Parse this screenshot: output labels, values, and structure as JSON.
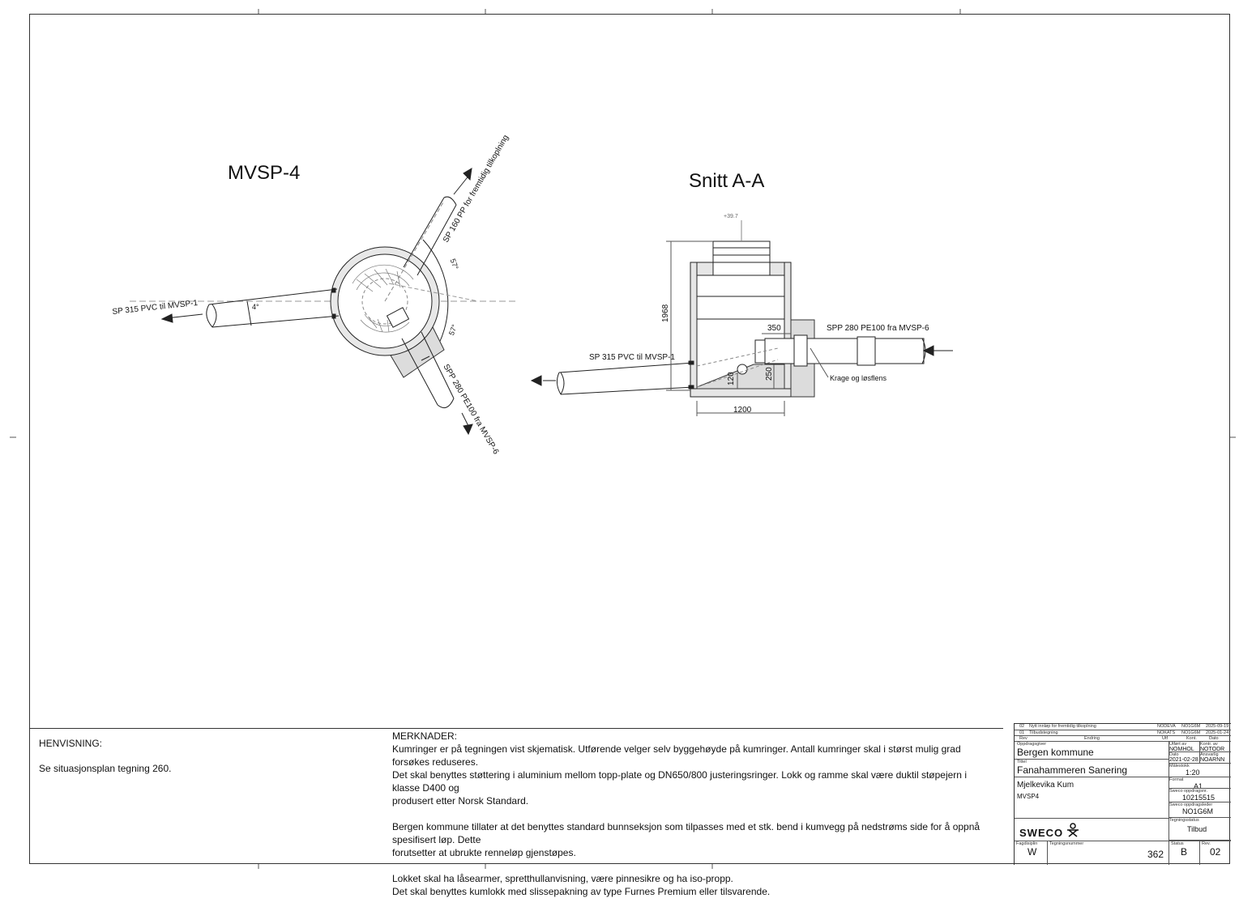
{
  "views": {
    "plan_title": "MVSP-4",
    "section_title": "Snitt A-A"
  },
  "plan": {
    "label_outlet": "SP 315 PVC til MVSP-1",
    "label_future": "SP 160 PP for fremtidig tilkoplning",
    "label_inlet": "SPP 280 PE100 fra MVSP-6",
    "angle_outlet": "4°",
    "angle_upper": "57°",
    "angle_lower": "57°"
  },
  "section": {
    "elev": "+39.7",
    "height_dim": "1968",
    "label_inlet": "SPP 280 PE100 fra MVSP-6",
    "label_outlet": "SP 315 PVC til MVSP-1",
    "dim_350": "350",
    "dim_250": "250",
    "dim_120": "120",
    "width_dim": "1200",
    "label_collar": "Krage og løsflens"
  },
  "reference": {
    "heading": "HENVISNING:",
    "text": "Se situasjonsplan tegning 260."
  },
  "notes": {
    "heading": "MERKNADER:",
    "p1": [
      "Kumringer er på tegningen vist skjematisk. Utførende velger selv byggehøyde på kumringer. Antall kumringer skal i størst mulig grad forsøkes reduseres.",
      "Det skal benyttes støttering i aluminium mellom topp-plate og DN650/800 justeringsringer. Lokk og ramme skal være duktil støpejern i klasse D400 og",
      "produsert etter Norsk Standard."
    ],
    "p2": [
      "Bergen kommune tillater at det benyttes standard bunnseksjon som tilpasses med et stk. bend i kumvegg på nedstrøms side for å oppnå spesifisert løp. Dette",
      "forutsetter at ubrukte renneløp gjenstøpes."
    ],
    "p3": [
      "Lokket skal ha låsearmer, spretthullanvisning, være pinnesikre og ha iso-propp.",
      "Det skal benyttes kumlokk med slissepakning av type Furnes Premium eller tilsvarende."
    ]
  },
  "revisions": {
    "rows": [
      {
        "rev": "02",
        "change": "Nytt innløp for fremtidig tilkoplning",
        "made": "NODEVA",
        "checked": "NO1G6M",
        "date": "2025-09-19"
      },
      {
        "rev": "01",
        "change": "Tilbudstegning",
        "made": "NOKATS",
        "checked": "NO1G6M",
        "date": "2025-01-24"
      }
    ],
    "headers": {
      "rev": "Rev",
      "change": "Endring",
      "made": "Utf",
      "checked": "Kont.",
      "date": "Dato"
    }
  },
  "titleblock": {
    "client_label": "Oppdragsgiver",
    "client": "Bergen kommune",
    "made_by_label": "Utført av",
    "made_by": "NOMHOL",
    "checked_label": "Kontr. av",
    "checked": "NOTODR",
    "date_label": "Dato",
    "date": "2021-02-28",
    "responsible_label": "Ansvarlig",
    "responsible": "NOARNN",
    "title_label": "Tittel",
    "title": "Fanahammeren Sanering",
    "scale_label": "Målestokk",
    "scale": "1:20",
    "subtitle1": "Mjelkevika Kum",
    "subtitle2": "MVSP4",
    "format_label": "Format",
    "format": "A1",
    "project_no_label": "Sweco oppdragsnr.",
    "project_no": "10215515",
    "pm_label": "Sweco oppdragsleder",
    "pm": "NO1G6M",
    "status_label_top": "Tegningsstatus",
    "drawing_status": "Tilbud",
    "logo": "SWECO",
    "discipline_label": "Fagdisiplin",
    "discipline": "W",
    "drawing_no_label": "Tegningsnummer",
    "drawing_no": "362",
    "status_label": "Status",
    "status": "B",
    "rev_label": "Rev.",
    "rev": "02"
  },
  "colors": {
    "line": "#222222",
    "fill_concrete": "#e6e6e6",
    "fill_pipe": "#ffffff"
  }
}
